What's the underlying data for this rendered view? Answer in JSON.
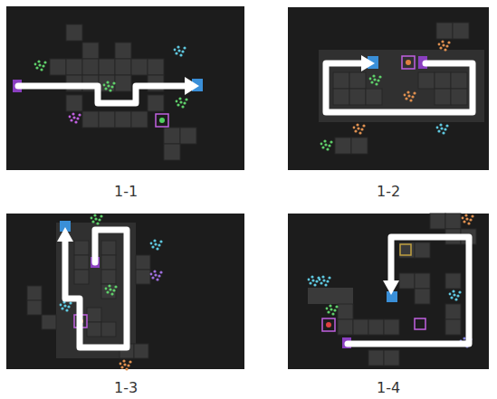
{
  "diagram": {
    "labels": [
      "1-1",
      "1-2",
      "1-3",
      "1-4"
    ]
  }
}
